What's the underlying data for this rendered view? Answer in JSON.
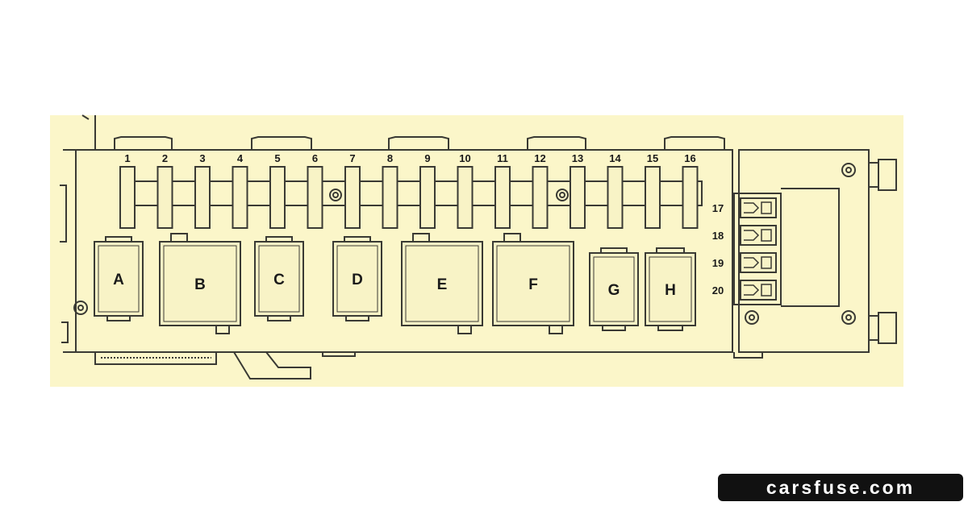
{
  "colors": {
    "background": "#fbf6c9",
    "outline": "#3a3a34",
    "module_fill": "#f8f3c6",
    "watermark_bg": "#111111",
    "watermark_text": "#ffffff"
  },
  "fuses": [
    "1",
    "2",
    "3",
    "4",
    "5",
    "6",
    "7",
    "8",
    "9",
    "10",
    "11",
    "12",
    "13",
    "14",
    "15",
    "16"
  ],
  "relays": [
    "A",
    "B",
    "C",
    "D",
    "E",
    "F",
    "G",
    "H"
  ],
  "side_fuses": [
    "17",
    "18",
    "19",
    "20"
  ],
  "watermark": {
    "text": "carsfuse.com"
  }
}
